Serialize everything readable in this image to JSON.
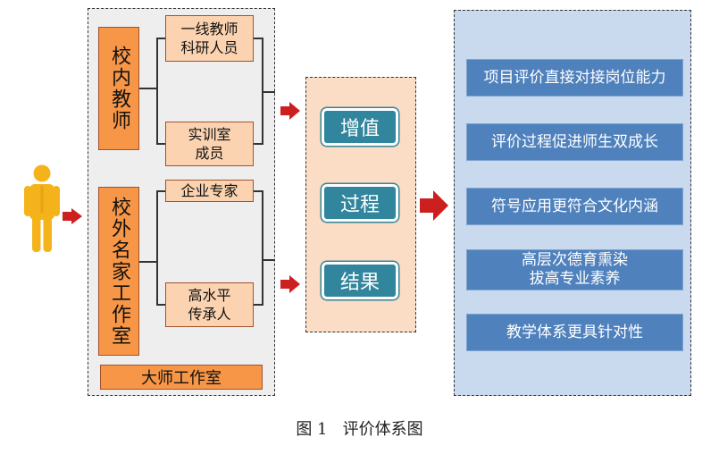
{
  "left": {
    "group_internal": "校内教师",
    "group_external": "校外名家工作室",
    "items": [
      "一线教师\n科研人员",
      "实训室\n成员",
      "企业专家",
      "高水平\n传承人"
    ],
    "bottom_bar": "大师工作室"
  },
  "middle": {
    "items": [
      "增值",
      "过程",
      "结果"
    ]
  },
  "right": {
    "items": [
      "项目评价直接对接岗位能力",
      "评价过程促进师生双成长",
      "符号应用更符合文化内涵",
      "高层次德育熏染\n拔高专业素养",
      "教学体系更具针对性"
    ]
  },
  "caption": "图 1   评价体系图",
  "colors": {
    "orange": "#f79646",
    "light_orange": "#fbd3b0",
    "teal": "#31859c",
    "blue": "#4f81bd",
    "red_arrow": "#cc1f1f",
    "person": "#f5b31b"
  },
  "icons": [
    "person-icon",
    "arrow-right-icon"
  ]
}
